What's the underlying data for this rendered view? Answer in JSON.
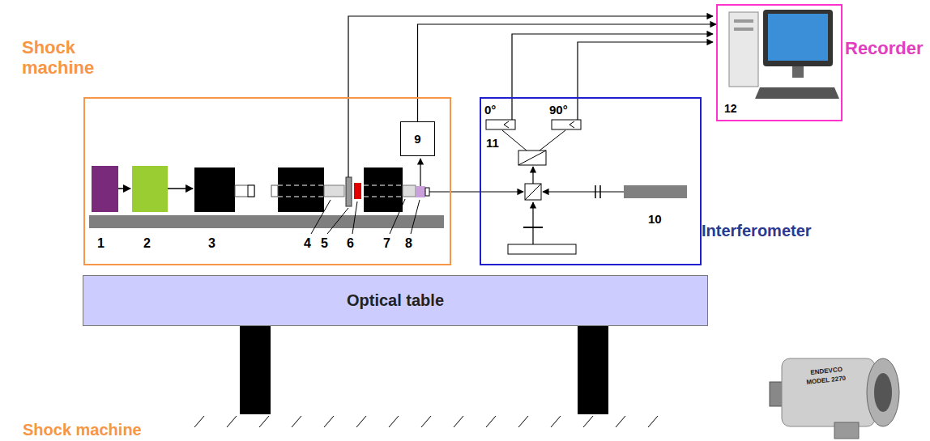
{
  "diagram": {
    "nodes": [
      {
        "text": [
          "Shock machine"
        ]
      },
      {
        "text": [
          "9"
        ],
        "in": 0
      },
      {
        "text": [
          "Interferometer"
        ]
      },
      {
        "text": [
          "Recorder",
          "12"
        ]
      },
      {
        "text": [
          "Optical table"
        ]
      }
    ],
    "edges": [
      {
        "from": 1,
        "to": 3,
        "arrow": "to"
      }
    ],
    "labels": [
      "1",
      "2",
      "3",
      "4",
      "5",
      "6",
      "7",
      "8",
      "0°",
      "90°",
      "11",
      "10",
      "Shock machine",
      "ENDEVCO",
      "MODEL 2270"
    ]
  }
}
